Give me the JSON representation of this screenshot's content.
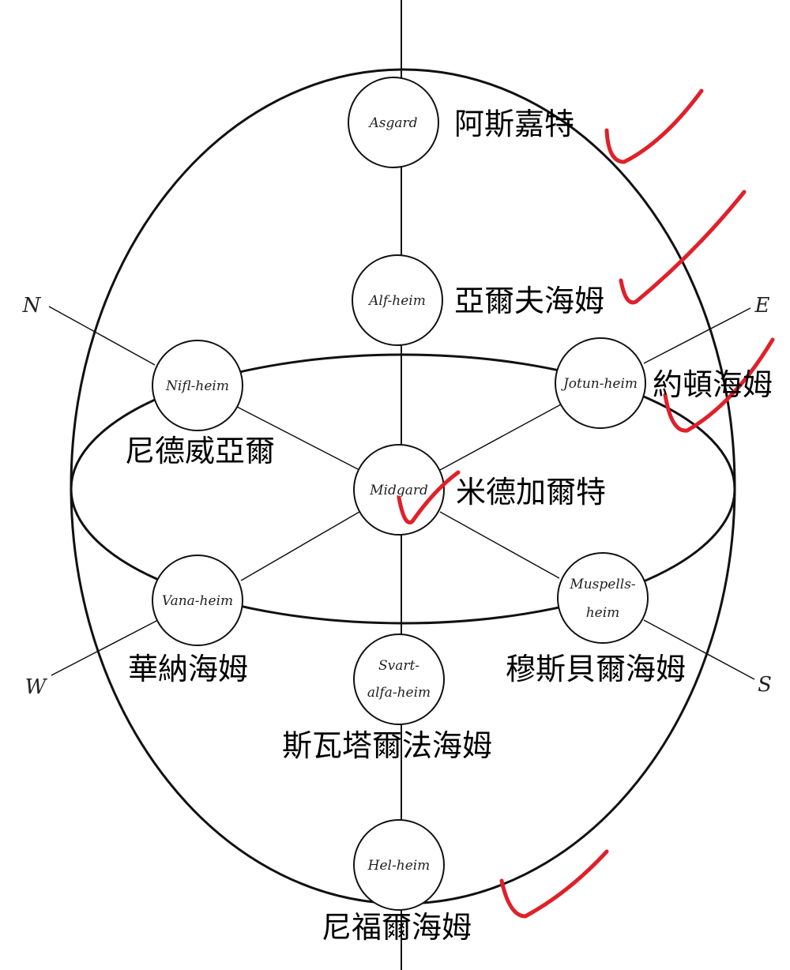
{
  "realms": {
    "asgard": {
      "en": "Asgard",
      "zh": "阿斯嘉特"
    },
    "alfheim": {
      "en": "Alf-heim",
      "zh": "亞爾夫海姆"
    },
    "niflheim": {
      "en": "Nifl-heim",
      "zh": "尼德威亞爾"
    },
    "jotunheim": {
      "en": "Jotun-heim",
      "zh": "約頓海姆"
    },
    "midgard": {
      "en": "Midgard",
      "zh": "米德加爾特"
    },
    "vanaheim": {
      "en": "Vana-heim",
      "zh": "華納海姆"
    },
    "muspellsheim": {
      "en1": "Muspells-",
      "en2": "heim",
      "zh": "穆斯貝爾海姆"
    },
    "svartalfaheim": {
      "en1": "Svart-",
      "en2": "alfa-heim",
      "zh": "斯瓦塔爾法海姆"
    },
    "helheim": {
      "en": "Hel-heim",
      "zh": "尼福爾海姆"
    }
  },
  "compass": {
    "n": "N",
    "e": "E",
    "w": "W",
    "s": "S"
  },
  "colors": {
    "line": "#111111",
    "check": "#e0202a"
  }
}
